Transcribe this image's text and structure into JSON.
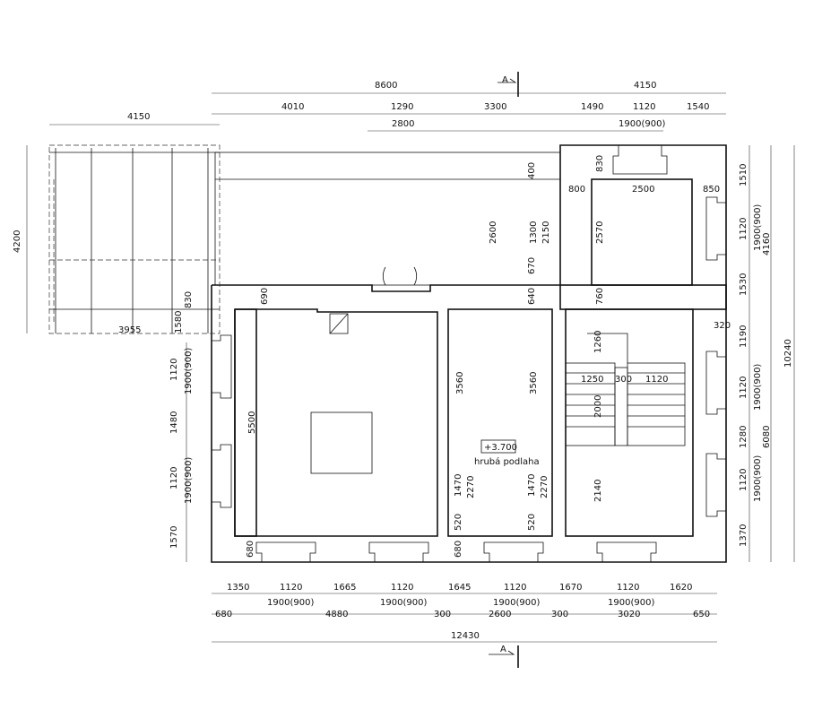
{
  "section_marker": "A",
  "elevation": {
    "value": "+3.700",
    "label": "hrubá podlaha"
  },
  "top_dims": {
    "overall_left": "8600",
    "overall_right": "4150",
    "row2": [
      "4010",
      "1290",
      "3300",
      "1490",
      "1120",
      "1540"
    ],
    "row3": [
      "2800",
      "1900(900)"
    ],
    "pergola_width": "4150"
  },
  "bottom_dims": {
    "row1": [
      "1350",
      "1120",
      "1665",
      "1120",
      "1645",
      "1120",
      "1670",
      "1120",
      "1620"
    ],
    "row2": [
      "1900(900)",
      "1900(900)",
      "1900(900)",
      "1900(900)"
    ],
    "row3": [
      "680",
      "4880",
      "300",
      "2600",
      "300",
      "3020",
      "650"
    ],
    "overall": "12430"
  },
  "left_dims": [
    "4200",
    "1120",
    "1900(900)",
    "1480",
    "1120",
    "1900(900)",
    "1570"
  ],
  "right_dims": {
    "col1": [
      "1510",
      "1120",
      "1900(900)",
      "1530",
      "1190",
      "1120",
      "1900(900)",
      "1280",
      "1120",
      "1900(900)",
      "1370"
    ],
    "col2": [
      "4160",
      "6080"
    ],
    "overall": "10240"
  },
  "inner_dims": {
    "pergola": [
      "3955",
      "830",
      "1580"
    ],
    "top_rooms": [
      "400",
      "2600",
      "1300",
      "2150",
      "670",
      "640",
      "830",
      "800",
      "2500",
      "850",
      "2570",
      "760"
    ],
    "main_room": [
      "690",
      "5500",
      "680"
    ],
    "middle_room": [
      "3560",
      "3560",
      "1470",
      "2270",
      "1470",
      "2270",
      "520",
      "520",
      "680"
    ],
    "stair": [
      "1260",
      "1250",
      "300",
      "1120",
      "2000",
      "2140",
      "320"
    ]
  }
}
